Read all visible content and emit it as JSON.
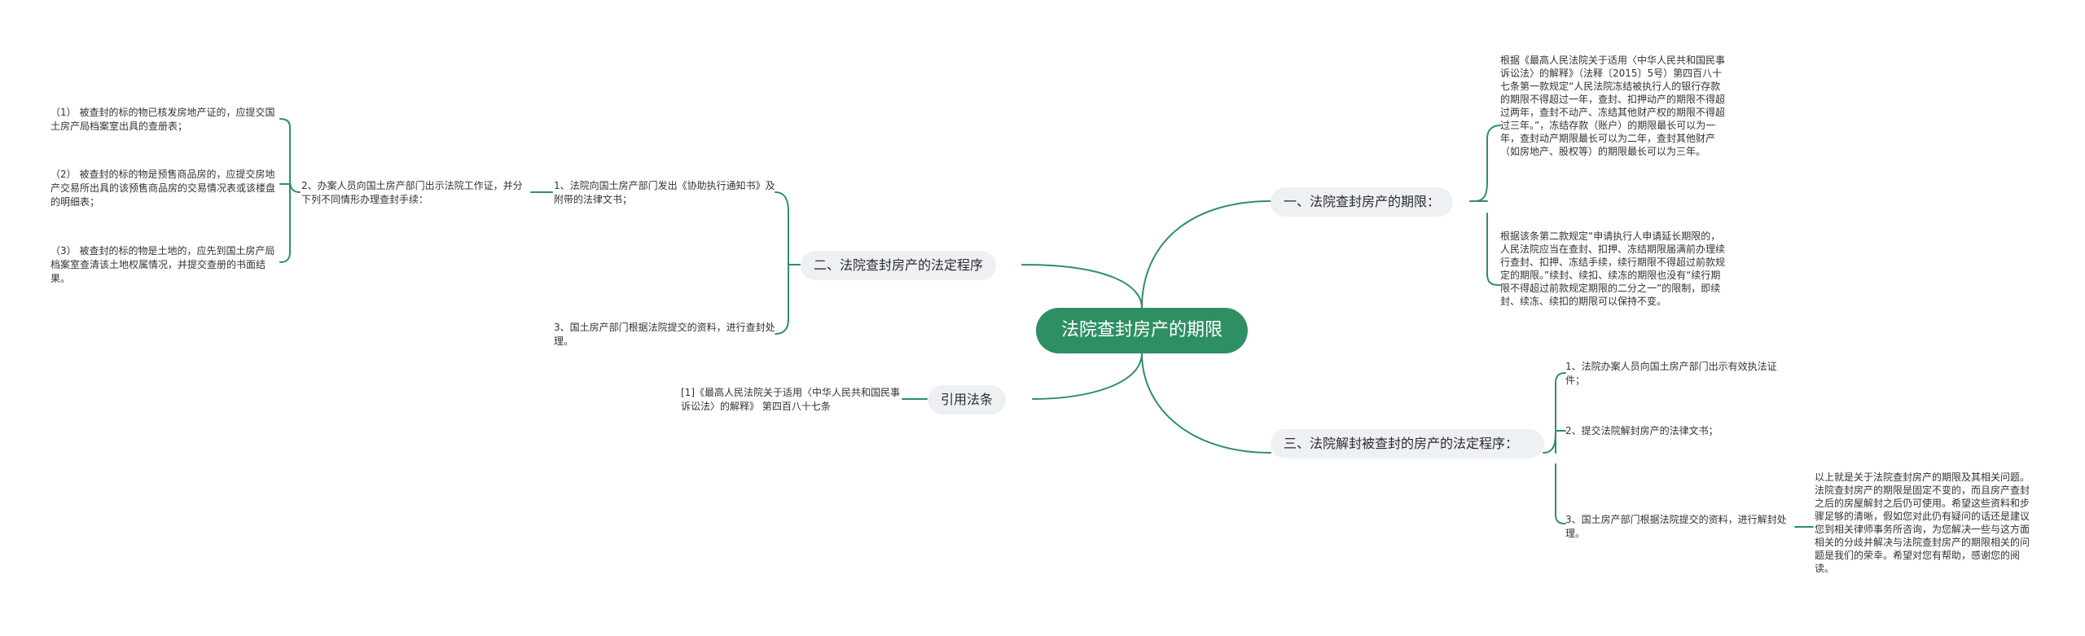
{
  "root": {
    "label": "法院查封房产的期限"
  },
  "branches": {
    "b1": {
      "label": "一、法院查封房产的期限："
    },
    "b2": {
      "label": "二、法院查封房产的法定程序"
    },
    "b3": {
      "label": "三、法院解封被查封的房产的法定程序："
    },
    "b4": {
      "label": "引用法条"
    }
  },
  "leaves": {
    "b1_1": "根据《最高人民法院关于适用〈中华人民共和国民事诉讼法〉的解释》（法释〔2015〕5号）第四百八十七条第一款规定“人民法院冻结被执行人的银行存款的期限不得超过一年，查封、扣押动产的期限不得超过两年，查封不动产、冻结其他财产权的期限不得超过三年。”，冻结存款（账户）的期限最长可以为一年，查封动产期限最长可以为二年，查封其他财产（如房地产、股权等）的期限最长可以为三年。",
    "b1_2": "根据该条第二款规定“申请执行人申请延长期限的，人民法院应当在查封、扣押、冻结期限届满前办理续行查封、扣押、冻结手续，续行期限不得超过前款规定的期限。”续封、续扣、续冻的期限也没有“续行期限不得超过前款规定期限的二分之一”的限制，即续封、续冻、续扣的期限可以保持不变。",
    "b2_1": "1、法院向国土房产部门发出《协助执行通知书》及附带的法律文书；",
    "b2_2": "2、办案人员向国土房产部门出示法院工作证，并分下列不同情形办理查封手续：",
    "b2_2_1": "（1） 被查封的标的物已核发房地产证的，应提交国土房产局档案室出具的查册表；",
    "b2_2_2": "（2） 被查封的标的物是预售商品房的，应提交房地产交易所出具的该预售商品房的交易情况表或该楼盘的明细表；",
    "b2_2_3": "（3） 被查封的标的物是土地的，应先到国土房产局档案室查清该土地权属情况，并提交查册的书面结果。",
    "b2_3": "3、国土房产部门根据法院提交的资料，进行查封处理。",
    "b3_1": "1、法院办案人员向国土房产部门出示有效执法证件；",
    "b3_2": "2、提交法院解封房产的法律文书；",
    "b3_3": "3、国土房产部门根据法院提交的资料，进行解封处理。",
    "b3_3_1": "以上就是关于法院查封房产的期限及其相关问题。法院查封房产的期限是固定不变的，而且房产查封之后的房屋解封之后仍可使用。希望这些资料和步骤足够的清晰，假如您对此仍有疑问的话还是建议您到相关律师事务所咨询，为您解决一些与这方面相关的分歧并解决与法院查封房产的期限相关的问题是我们的荣幸。希望对您有帮助，感谢您的阅读。",
    "b4_1": "[1]《最高人民法院关于适用〈中华人民共和国民事诉讼法〉的解释》 第四百八十七条"
  },
  "colors": {
    "root_fill": "#2f8f64",
    "connector": "#2f8f64",
    "branch_fill": "#eef1f4"
  }
}
